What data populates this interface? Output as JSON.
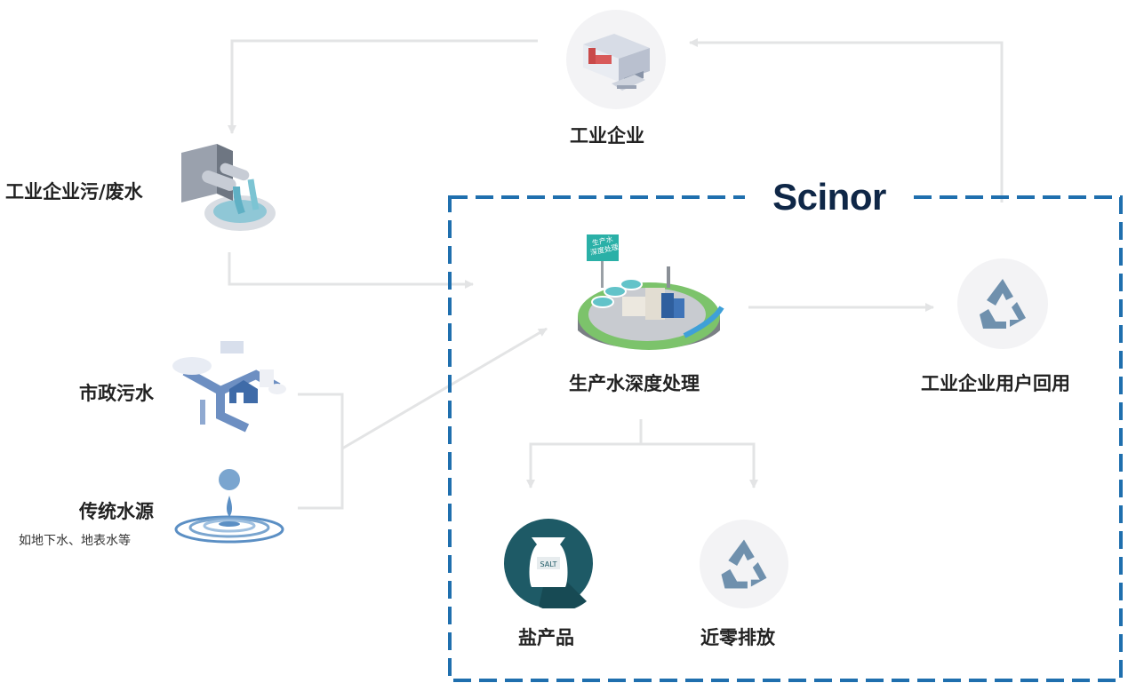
{
  "brand": "Scinor",
  "nodes": {
    "industrial_enterprise": {
      "label": "工业企业",
      "icon": "factory-icon"
    },
    "industrial_wastewater": {
      "label": "工业企业污/废水",
      "icon": "discharge-pipe-icon"
    },
    "municipal_sewage": {
      "label": "市政污水",
      "icon": "plumbing-house-icon"
    },
    "traditional_water": {
      "label": "传统水源",
      "sublabel": "如地下水、地表水等",
      "icon": "water-drop-icon"
    },
    "deep_treatment": {
      "label": "生产水深度处理",
      "sign_line1": "生产水",
      "sign_line2": "深度处理",
      "icon": "treatment-plant-icon"
    },
    "reuse": {
      "label": "工业企业用户回用",
      "icon": "recycle-icon"
    },
    "salt_product": {
      "label": "盐产品",
      "bag_text": "SALT",
      "icon": "salt-bag-icon"
    },
    "near_zero": {
      "label": "近零排放",
      "icon": "recycle-icon"
    }
  },
  "colors": {
    "dashed_frame": "#1f6fae",
    "brand_text": "#0f2747",
    "connector": "#e3e4e5",
    "recycle": "#6f90ad",
    "salt_circle": "#1e5a66",
    "water": "#7aa5cf"
  }
}
